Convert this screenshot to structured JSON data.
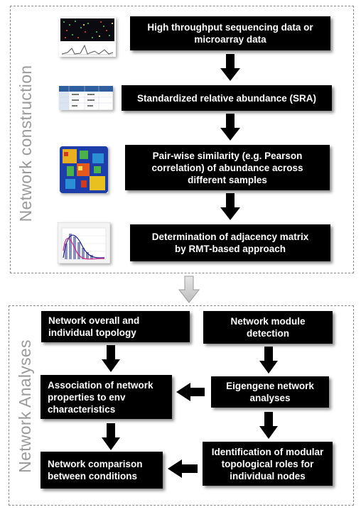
{
  "sections": {
    "construction_label": "Network construction",
    "analyses_label": "Network Analyses"
  },
  "construction_steps": [
    "High throughput sequencing data or\nmicroarray  data",
    "Standardized relative abundance (SRA)",
    "Pair-wise similarity  (e.g. Pearson\ncorrelation) of abundance across\ndifferent samples",
    "Determination of adjacency matrix\nby RMT-based approach"
  ],
  "analysis_steps": {
    "topology": "Network overall and\nindividual topology",
    "module_detection": "Network module\ndetection",
    "association": "Association  of network\nproperties to env\ncharacteristics",
    "eigengene": "Eigengene network\nanalyses",
    "comparison": "Network comparison\nbetween conditions",
    "modular_roles": "Identification of modular\ntopological roles for\nindividual nodes"
  },
  "thumbnails": [
    "sequencing-data-thumbnail",
    "sra-table-thumbnail",
    "correlation-heatmap-thumbnail",
    "rmt-curve-plot-thumbnail"
  ],
  "colors": {
    "box": "#000000",
    "box_text": "#ffffff",
    "dash": "#8a8a8a",
    "label": "#9a9a9a",
    "connector_arrow": "#c8c8c8"
  }
}
